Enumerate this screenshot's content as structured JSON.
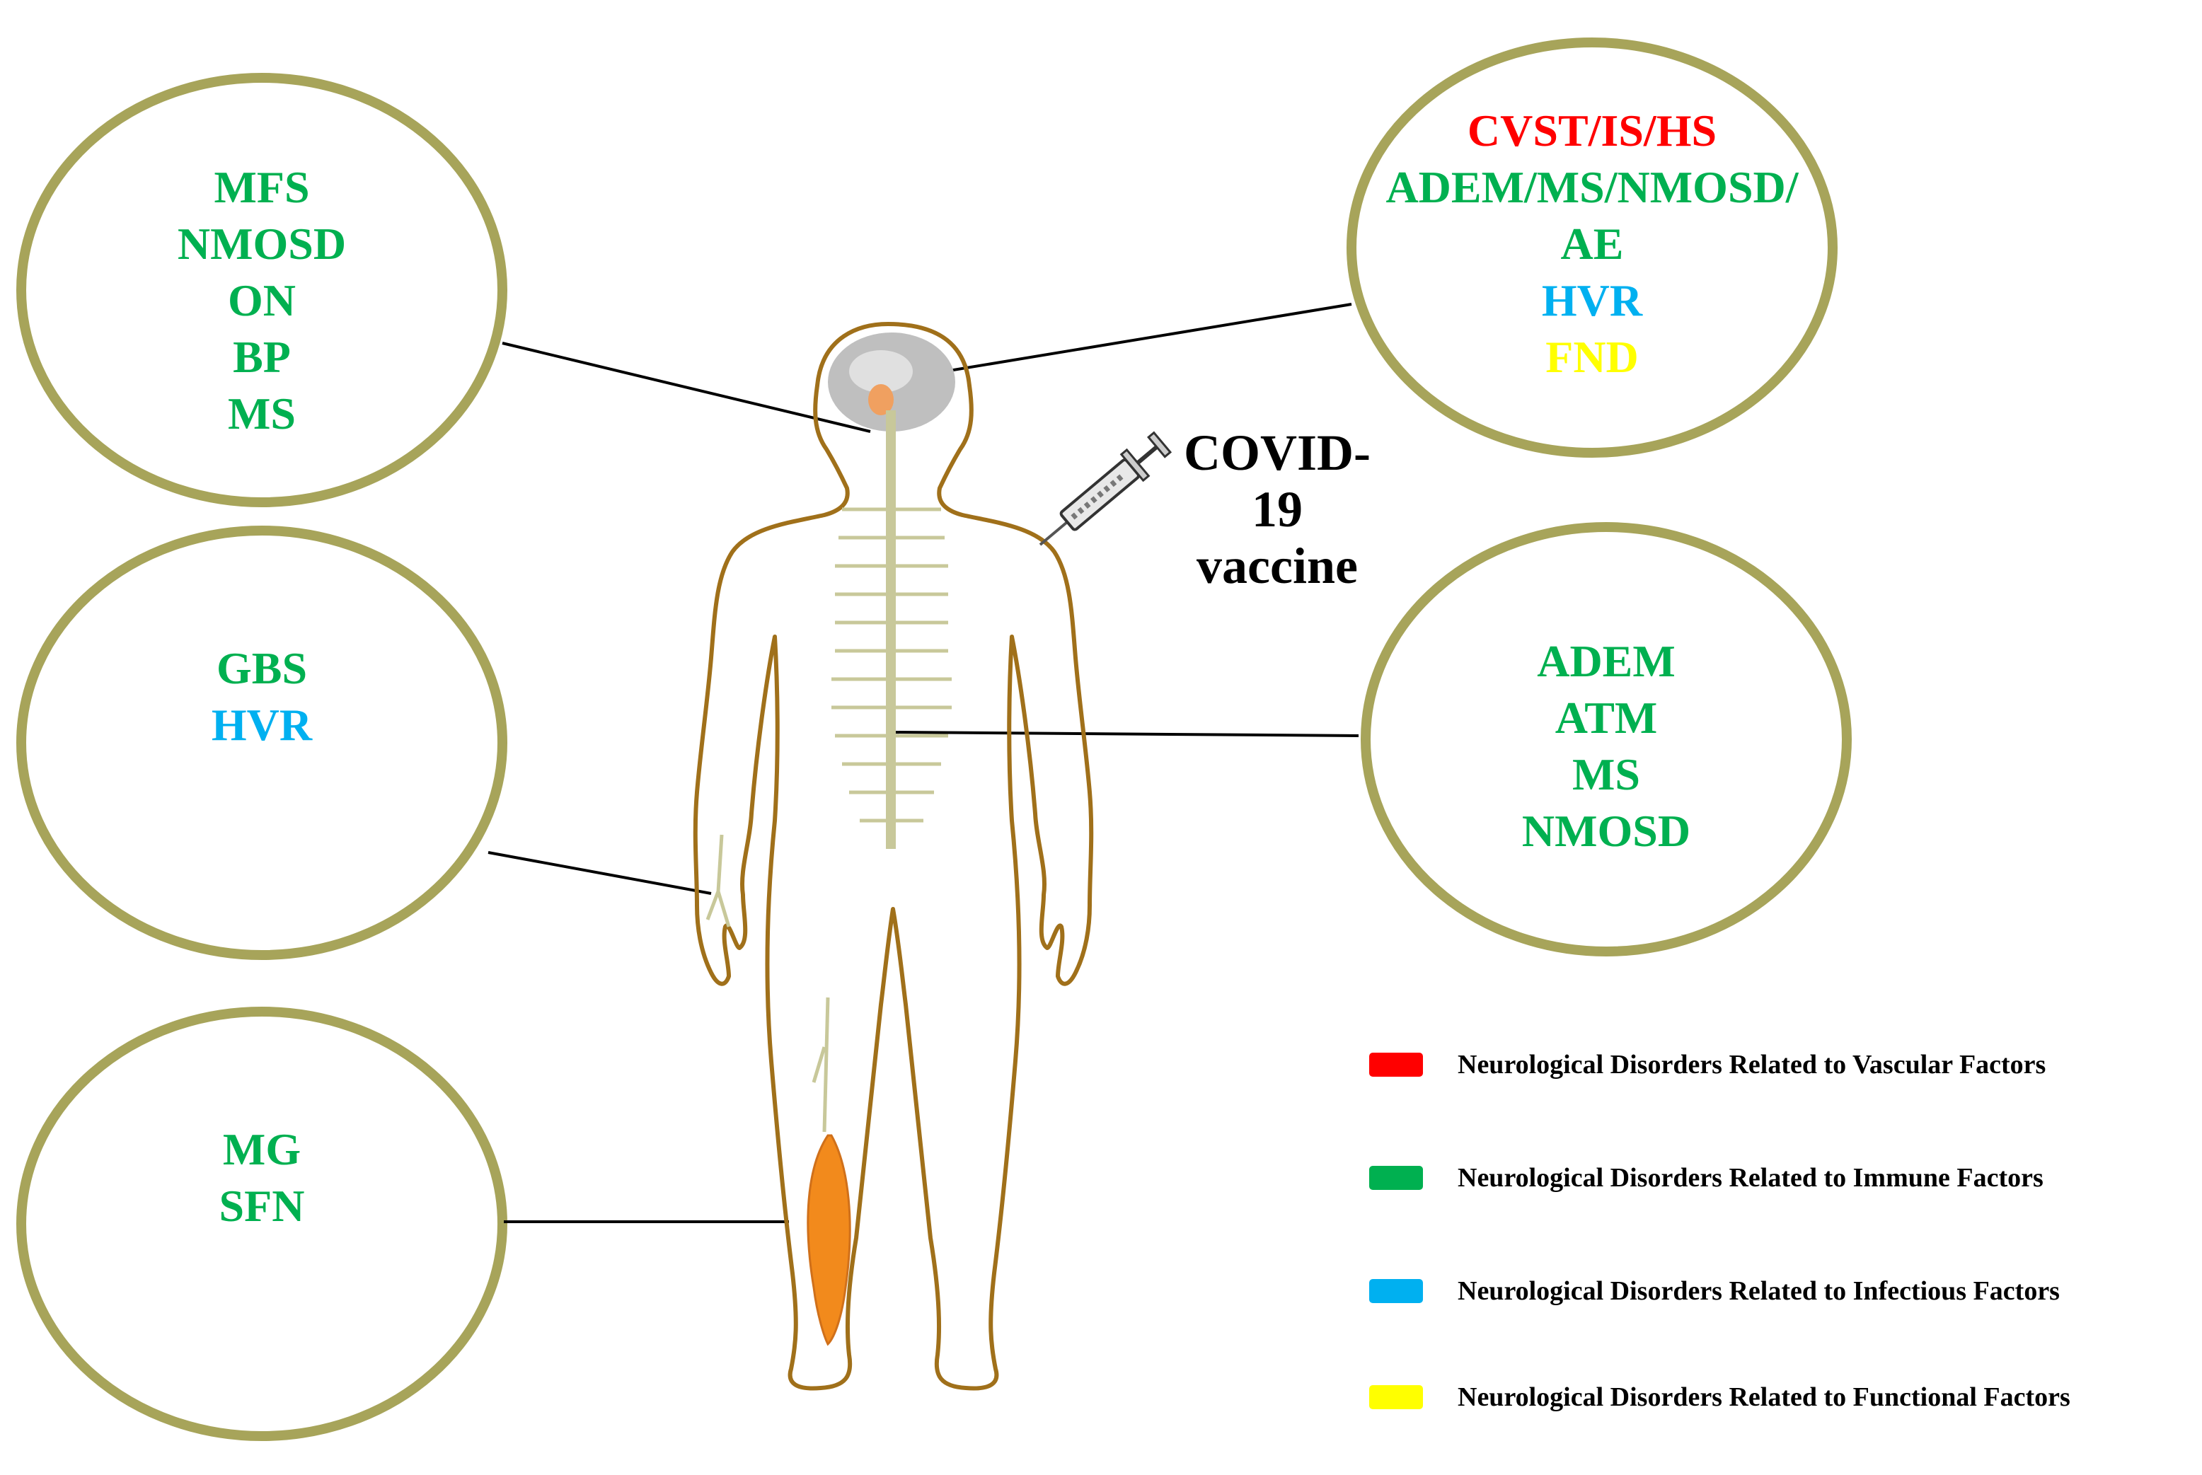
{
  "colors": {
    "vascular": "#ff0000",
    "immune": "#00b050",
    "infectious": "#00b0f0",
    "functional": "#ffff00",
    "circle_border": "#a7a45a",
    "body_outline": "#a0701a",
    "nerve": "#c8c89a",
    "brain": "#bfbfbf",
    "muscle": "#f28a1c"
  },
  "vaccine": {
    "line1": "COVID-19",
    "line2": "vaccine",
    "icon": "syringe-icon"
  },
  "circles": [
    {
      "id": "brainstem",
      "items": [
        {
          "text": "MFS",
          "type": "immune"
        },
        {
          "text": "NMOSD",
          "type": "immune"
        },
        {
          "text": "ON",
          "type": "immune"
        },
        {
          "text": "BP",
          "type": "immune"
        },
        {
          "text": "MS",
          "type": "immune"
        }
      ]
    },
    {
      "id": "brain",
      "items": [
        {
          "text": "CVST/IS/HS",
          "type": "vascular"
        },
        {
          "text": "ADEM/MS/NMOSD/",
          "type": "immune"
        },
        {
          "text": "AE",
          "type": "immune"
        },
        {
          "text": "HVR",
          "type": "infectious"
        },
        {
          "text": "FND",
          "type": "functional"
        }
      ]
    },
    {
      "id": "peripheral-nerve",
      "items": [
        {
          "text": "GBS",
          "type": "immune"
        },
        {
          "text": "HVR",
          "type": "infectious"
        }
      ]
    },
    {
      "id": "spinal-cord",
      "items": [
        {
          "text": "ADEM",
          "type": "immune"
        },
        {
          "text": "ATM",
          "type": "immune"
        },
        {
          "text": "MS",
          "type": "immune"
        },
        {
          "text": "NMOSD",
          "type": "immune"
        }
      ]
    },
    {
      "id": "muscle",
      "items": [
        {
          "text": "MG",
          "type": "immune"
        },
        {
          "text": "SFN",
          "type": "immune"
        }
      ]
    }
  ],
  "legend": [
    {
      "label": "Neurological Disorders Related to Vascular Factors",
      "type": "vascular"
    },
    {
      "label": "Neurological Disorders Related to Immune Factors",
      "type": "immune"
    },
    {
      "label": "Neurological Disorders Related to Infectious Factors",
      "type": "infectious"
    },
    {
      "label": "Neurological Disorders Related to Functional Factors",
      "type": "functional"
    }
  ]
}
